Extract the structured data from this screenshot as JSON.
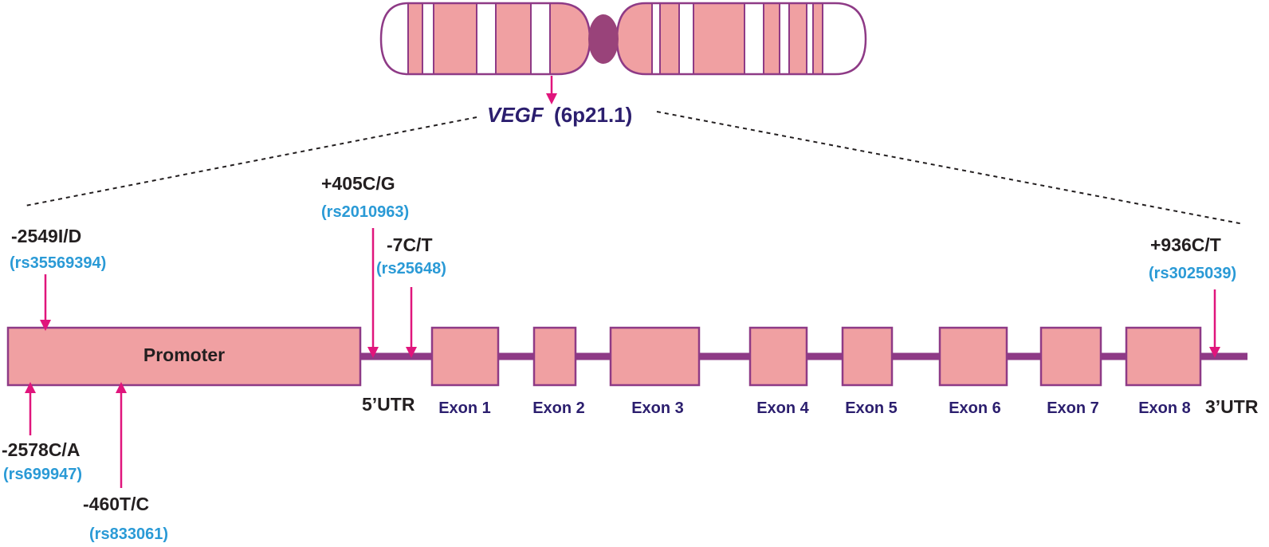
{
  "colors": {
    "band_fill": "#f0a0a2",
    "outline": "#8e3a86",
    "centromere": "#99437a",
    "backbone": "#8e3a86",
    "arrow": "#e0157c",
    "rs_text": "#2a9ad6",
    "dark_blue": "#2b1e6e",
    "black_text": "#231f20"
  },
  "gene": {
    "name": "VEGF",
    "locus": "(6p21.1)"
  },
  "promoter": {
    "label": "Promoter"
  },
  "utr": {
    "five": "5’UTR",
    "three": "3’UTR"
  },
  "exons": [
    "Exon 1",
    "Exon 2",
    "Exon 3",
    "Exon 4",
    "Exon 5",
    "Exon 6",
    "Exon 7",
    "Exon 8"
  ],
  "snps": [
    {
      "name": "-2549I/D",
      "rs": "rs35569394"
    },
    {
      "name": "-2578C/A",
      "rs": "rs699947"
    },
    {
      "name": "-460T/C",
      "rs": "rs833061"
    },
    {
      "name": "+405C/G",
      "rs": "rs2010963"
    },
    {
      "name": "-7C/T",
      "rs": "rs25648"
    },
    {
      "name": "+936C/T",
      "rs": "rs3025039"
    }
  ]
}
